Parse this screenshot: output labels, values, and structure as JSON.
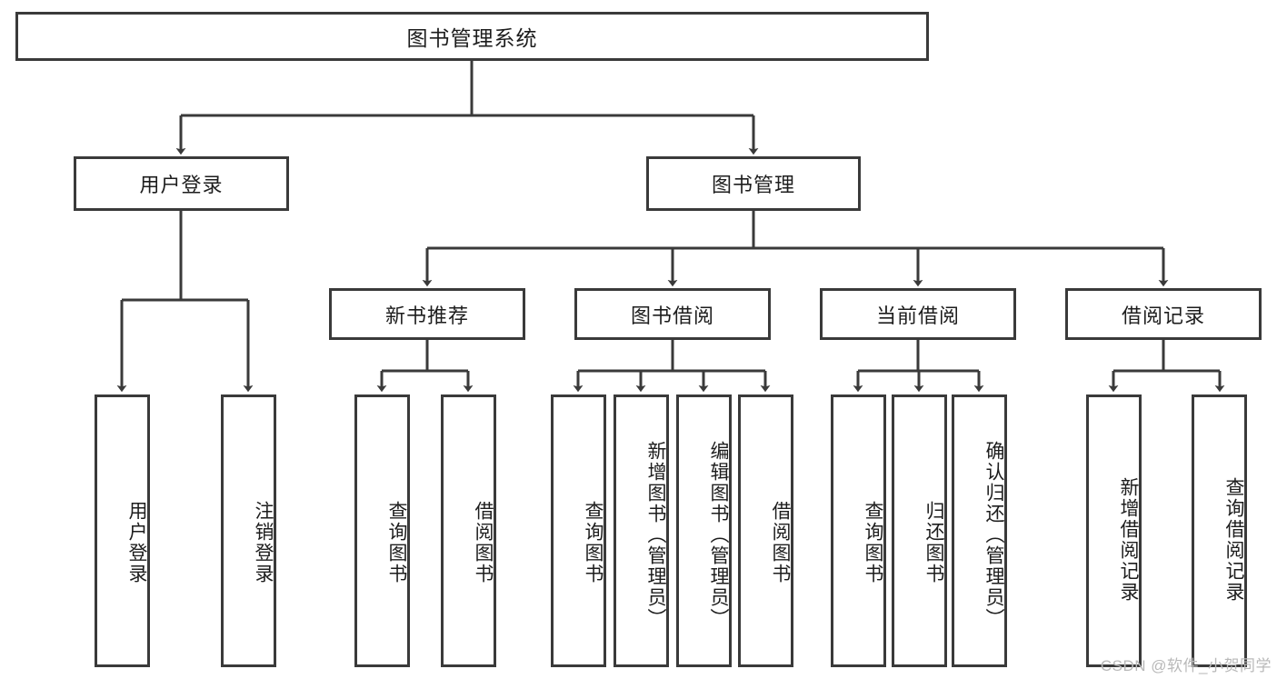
{
  "diagram": {
    "type": "hierarchy-tree",
    "title": "图书管理系统",
    "root": {
      "id": "root",
      "label": "图书管理系统"
    },
    "level2": [
      {
        "id": "user-login",
        "label": "用户登录"
      },
      {
        "id": "book-management",
        "label": "图书管理"
      }
    ],
    "level3": [
      {
        "id": "new-book-recommend",
        "label": "新书推荐",
        "parent": "book-management"
      },
      {
        "id": "book-borrow",
        "label": "图书借阅",
        "parent": "book-management"
      },
      {
        "id": "current-borrow",
        "label": "当前借阅",
        "parent": "book-management"
      },
      {
        "id": "borrow-record",
        "label": "借阅记录",
        "parent": "book-management"
      }
    ],
    "leaves": [
      {
        "id": "leaf-user-login",
        "label": "用户登录",
        "parent": "user-login"
      },
      {
        "id": "leaf-logout-login",
        "label": "注销登录",
        "parent": "user-login"
      },
      {
        "id": "leaf-query-book-1",
        "label": "查询图书",
        "parent": "new-book-recommend"
      },
      {
        "id": "leaf-borrow-book-1",
        "label": "借阅图书",
        "parent": "new-book-recommend"
      },
      {
        "id": "leaf-query-book-2",
        "label": "查询图书",
        "parent": "book-borrow"
      },
      {
        "id": "leaf-add-book",
        "label": "新增图书（管理员）",
        "parent": "book-borrow"
      },
      {
        "id": "leaf-edit-book",
        "label": "编辑图书（管理员）",
        "parent": "book-borrow"
      },
      {
        "id": "leaf-borrow-book-2",
        "label": "借阅图书",
        "parent": "book-borrow"
      },
      {
        "id": "leaf-query-book-3",
        "label": "查询图书",
        "parent": "current-borrow"
      },
      {
        "id": "leaf-return-book",
        "label": "归还图书",
        "parent": "current-borrow"
      },
      {
        "id": "leaf-confirm-return",
        "label": "确认归还（管理员）",
        "parent": "current-borrow"
      },
      {
        "id": "leaf-add-record",
        "label": "新增借阅记录",
        "parent": "borrow-record"
      },
      {
        "id": "leaf-query-record",
        "label": "查询借阅记录",
        "parent": "borrow-record"
      }
    ],
    "watermark": "CSDN @软件_小贺同学",
    "colors": {
      "border": "#3a3a3a",
      "background": "#ffffff",
      "text": "#1d1d1d",
      "watermark": "#b9b9b9"
    }
  }
}
